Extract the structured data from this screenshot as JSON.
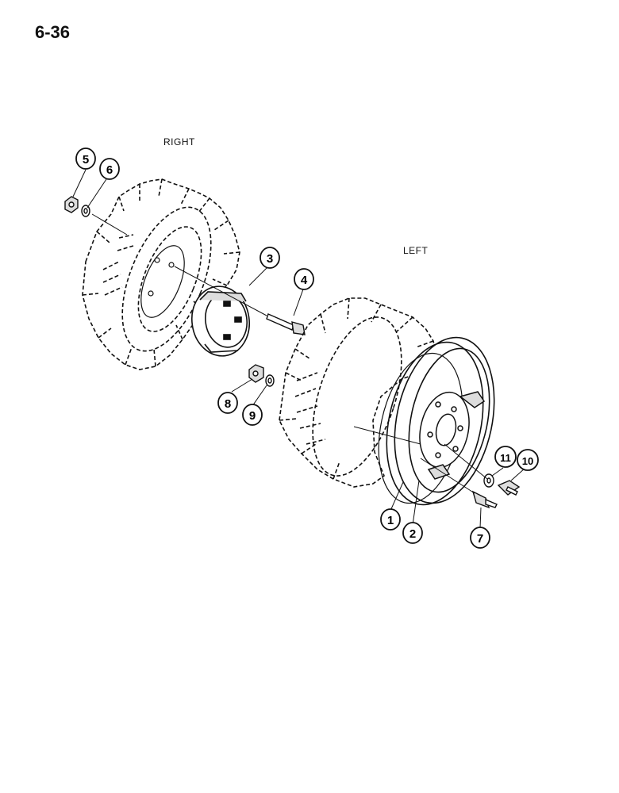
{
  "page": {
    "number": "6-36"
  },
  "labels": {
    "right": "RIGHT",
    "left": "LEFT"
  },
  "callouts": [
    {
      "id": "1",
      "text": "1"
    },
    {
      "id": "2",
      "text": "2"
    },
    {
      "id": "3",
      "text": "3"
    },
    {
      "id": "4",
      "text": "4"
    },
    {
      "id": "5",
      "text": "5"
    },
    {
      "id": "6",
      "text": "6"
    },
    {
      "id": "7",
      "text": "7"
    },
    {
      "id": "8",
      "text": "8"
    },
    {
      "id": "9",
      "text": "9"
    },
    {
      "id": "10",
      "text": "10"
    },
    {
      "id": "11",
      "text": "11"
    }
  ],
  "colors": {
    "ink": "#111111",
    "paper": "#ffffff"
  }
}
